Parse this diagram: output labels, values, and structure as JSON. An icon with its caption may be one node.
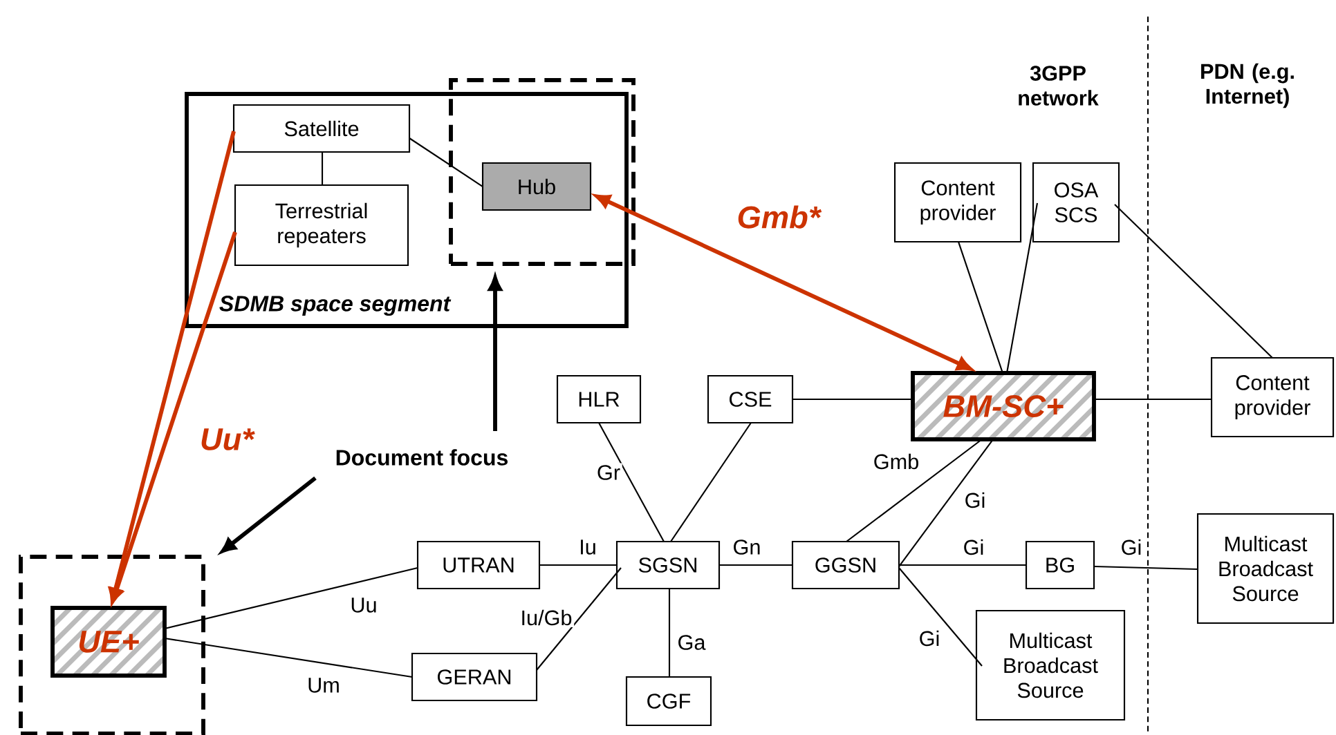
{
  "diagram": {
    "nodes": [
      {
        "text": [
          "SDMB space segment"
        ]
      },
      {
        "text": [
          "Satellite"
        ],
        "in": 0
      },
      {
        "text": [
          "Terrestrial repeaters"
        ],
        "in": 0
      },
      {
        "text": [],
        "shape": "box"
      },
      {
        "text": [
          "Hub"
        ],
        "in": 3
      },
      {
        "text": [
          "Document focus"
        ]
      },
      {
        "text": [],
        "shape": "box"
      },
      {
        "text": [
          "UE+"
        ],
        "in": 6
      },
      {
        "text": [
          "Content provider"
        ]
      },
      {
        "text": [
          "OSA SCS"
        ]
      },
      {
        "text": [
          "HLR"
        ]
      },
      {
        "text": [
          "CSE"
        ]
      },
      {
        "text": [
          "BM-SC+"
        ]
      },
      {
        "text": [
          "Content provider"
        ]
      },
      {
        "text": [
          "UTRAN"
        ]
      },
      {
        "text": [
          "SGSN"
        ]
      },
      {
        "text": [
          "GGSN"
        ]
      },
      {
        "text": [
          "BG"
        ]
      },
      {
        "text": [
          "Multicast Broadcast Source"
        ]
      },
      {
        "text": [
          "GERAN"
        ]
      },
      {
        "text": [
          "CGF"
        ]
      },
      {
        "text": [
          "Multicast Broadcast Source"
        ]
      }
    ],
    "edges": [
      {
        "from": 1,
        "to": 4,
        "arrow": "none"
      },
      {
        "from": 1,
        "to": 2,
        "arrow": "none"
      },
      {
        "from": 1,
        "to": 7,
        "arrow": "to",
        "label": "Uu*",
        "style": "thick",
        "color": "#cc3300"
      },
      {
        "from": 2,
        "to": 7,
        "arrow": "to",
        "style": "thick",
        "color": "#cc3300"
      },
      {
        "from": 4,
        "to": 12,
        "arrow": "both",
        "label": "Gmb*",
        "style": "thick",
        "color": "#cc3300"
      },
      {
        "from": 5,
        "to": 3,
        "arrow": "to",
        "style": "thick"
      },
      {
        "from": 5,
        "to": 6,
        "arrow": "to",
        "style": "thick"
      },
      {
        "from": 7,
        "to": 14,
        "arrow": "none",
        "label": "Uu"
      },
      {
        "from": 7,
        "to": 19,
        "arrow": "none",
        "label": "Um"
      },
      {
        "from": 14,
        "to": 15,
        "arrow": "none",
        "label": "Iu"
      },
      {
        "from": 19,
        "to": 15,
        "arrow": "none",
        "label": "Iu/Gb"
      },
      {
        "from": 10,
        "to": 15,
        "arrow": "none",
        "label": "Gr"
      },
      {
        "from": 11,
        "to": 15,
        "arrow": "none"
      },
      {
        "from": 11,
        "to": 12,
        "arrow": "none"
      },
      {
        "from": 15,
        "to": 16,
        "arrow": "none",
        "label": "Gn"
      },
      {
        "from": 15,
        "to": 20,
        "arrow": "none",
        "label": "Ga"
      },
      {
        "from": 16,
        "to": 12,
        "arrow": "none",
        "label": "Gmb"
      },
      {
        "from": 16,
        "to": 12,
        "arrow": "none",
        "label": "Gi"
      },
      {
        "from": 16,
        "to": 17,
        "arrow": "none",
        "label": "Gi"
      },
      {
        "from": 16,
        "to": 21,
        "arrow": "none",
        "label": "Gi"
      },
      {
        "from": 17,
        "to": 18,
        "arrow": "none",
        "label": "Gi"
      },
      {
        "from": 8,
        "to": 12,
        "arrow": "none"
      },
      {
        "from": 9,
        "to": 12,
        "arrow": "none"
      },
      {
        "from": 9,
        "to": 13,
        "arrow": "none"
      },
      {
        "from": 12,
        "to": 13,
        "arrow": "none"
      }
    ],
    "labels": [
      "3GPP network",
      "PDN (e.g. Internet)"
    ]
  }
}
